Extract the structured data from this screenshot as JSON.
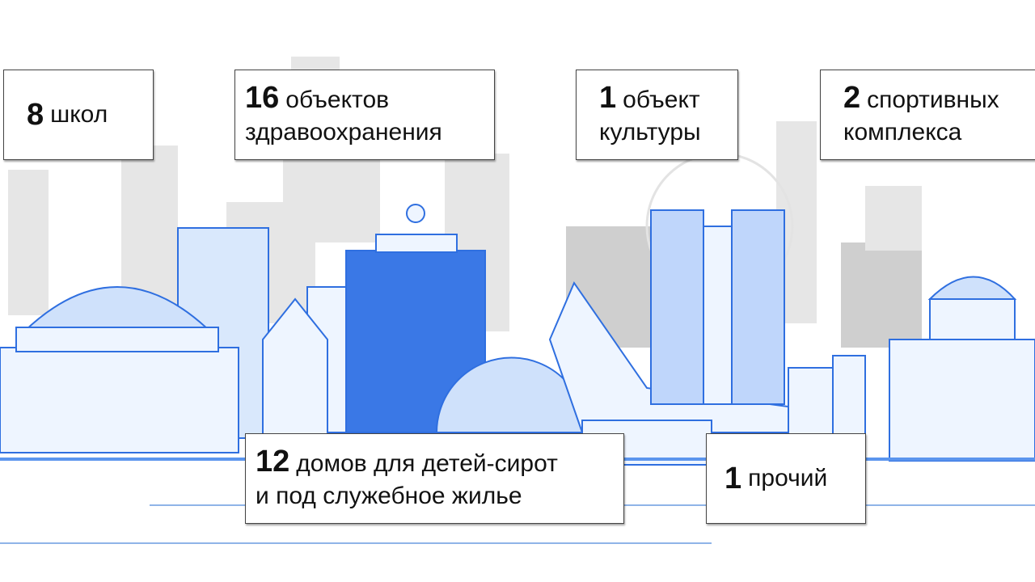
{
  "stats": [
    {
      "number": "8",
      "label": "школ"
    },
    {
      "number": "16",
      "label": "объектов",
      "label2": "здравоохранения"
    },
    {
      "number": "1",
      "label": "объект",
      "label2": "культуры"
    },
    {
      "number": "2",
      "label": "спортивных",
      "label2": "комплекса"
    },
    {
      "number": "12",
      "label": "домов для детей-сирот",
      "label2": "и под служебное жилье"
    },
    {
      "number": "1",
      "label": "прочий"
    }
  ],
  "colors": {
    "accent": "#2f6fe0",
    "light_blue": "#9fc3f5",
    "grey": "#d8d8d8",
    "border": "#444444"
  }
}
